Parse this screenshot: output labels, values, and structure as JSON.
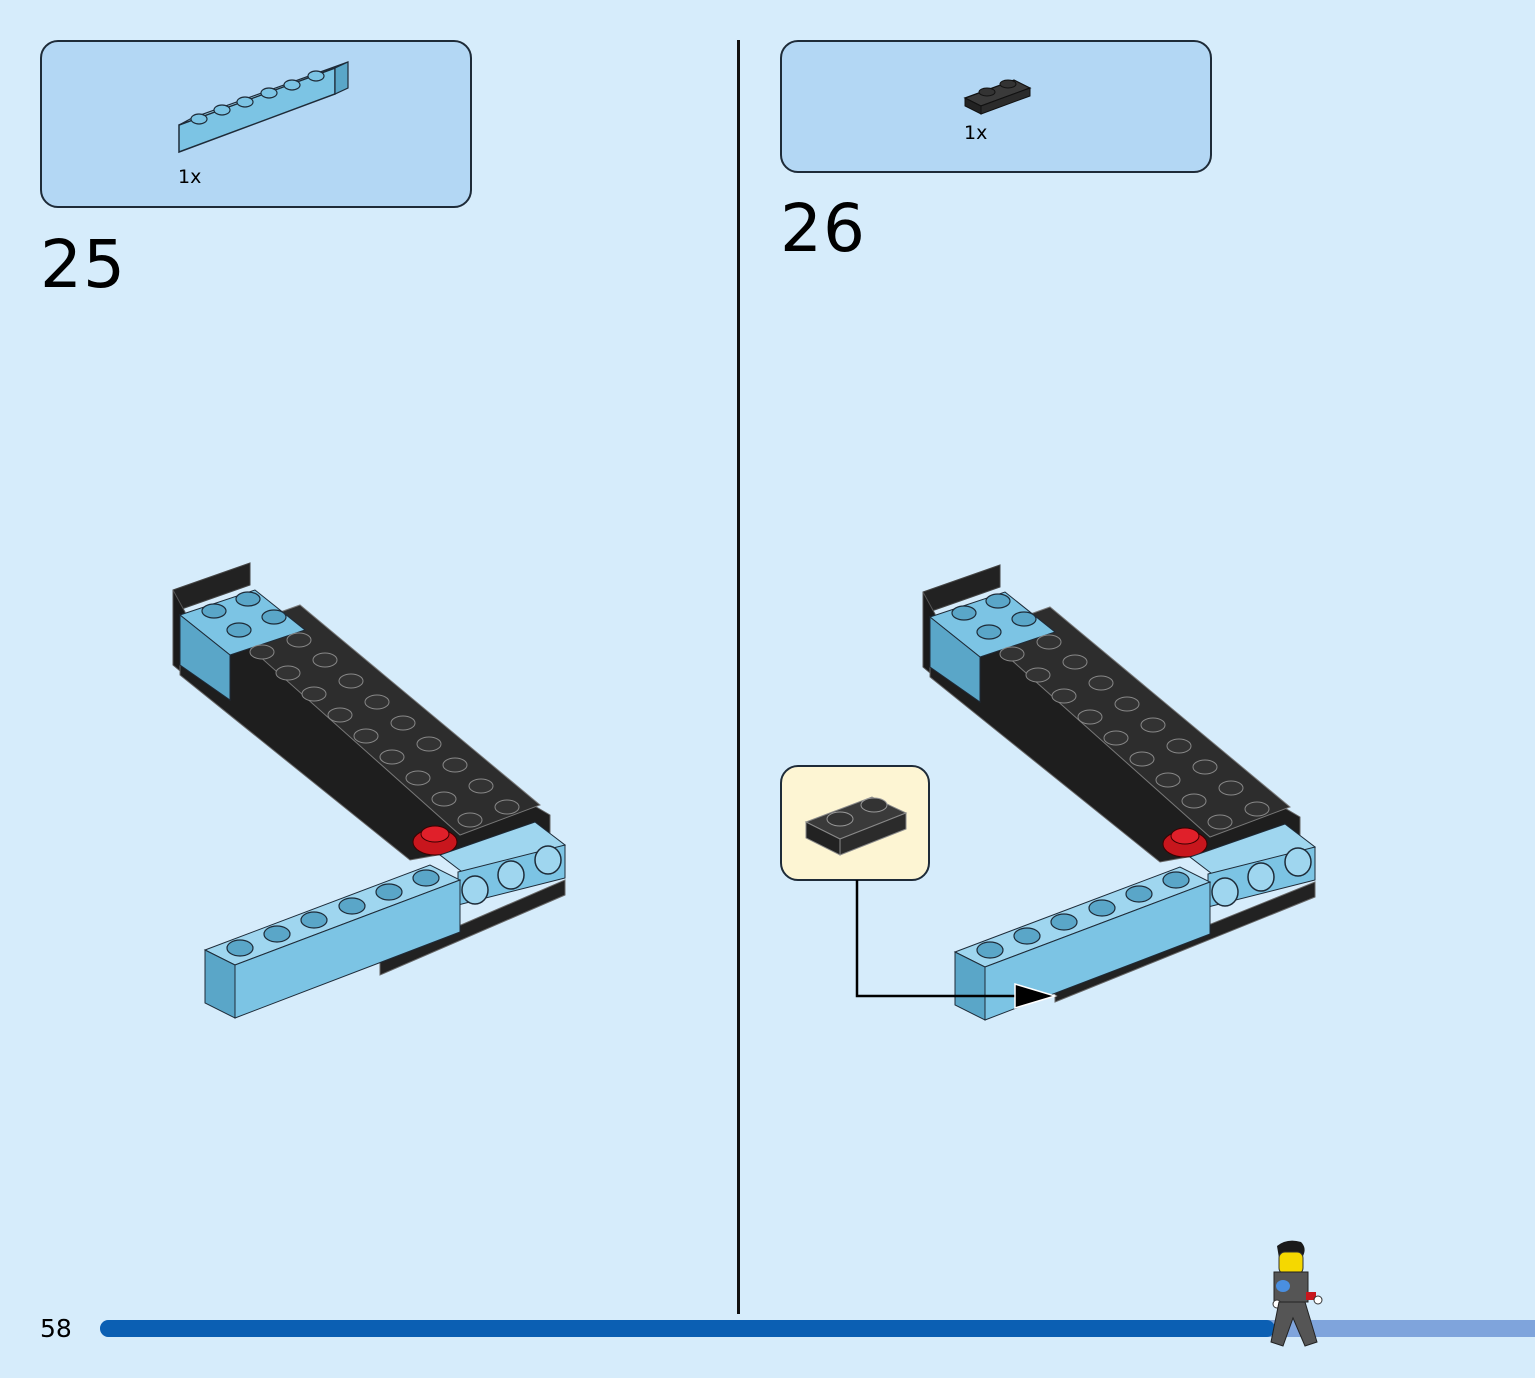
{
  "page": {
    "number": "58"
  },
  "steps": [
    {
      "number": "25",
      "parts": [
        {
          "quantity": "1x",
          "part": "light-blue-1x6-brick"
        }
      ]
    },
    {
      "number": "26",
      "parts": [
        {
          "quantity": "1x",
          "part": "black-1x2-plate"
        }
      ]
    }
  ],
  "progress": {
    "fraction": 0.81
  },
  "colors": {
    "background": "#d6ecfb",
    "parts_box": "#b3d7f4",
    "callout": "#fdf5d3",
    "progress_fill": "#0b5fb3",
    "progress_track": "#7fa4dc",
    "brick_light_blue": "#7cc4e4",
    "brick_black": "#2b2b2b",
    "brick_red": "#c8161d"
  },
  "icons": [
    "arrow-icon",
    "minifigure-icon"
  ]
}
